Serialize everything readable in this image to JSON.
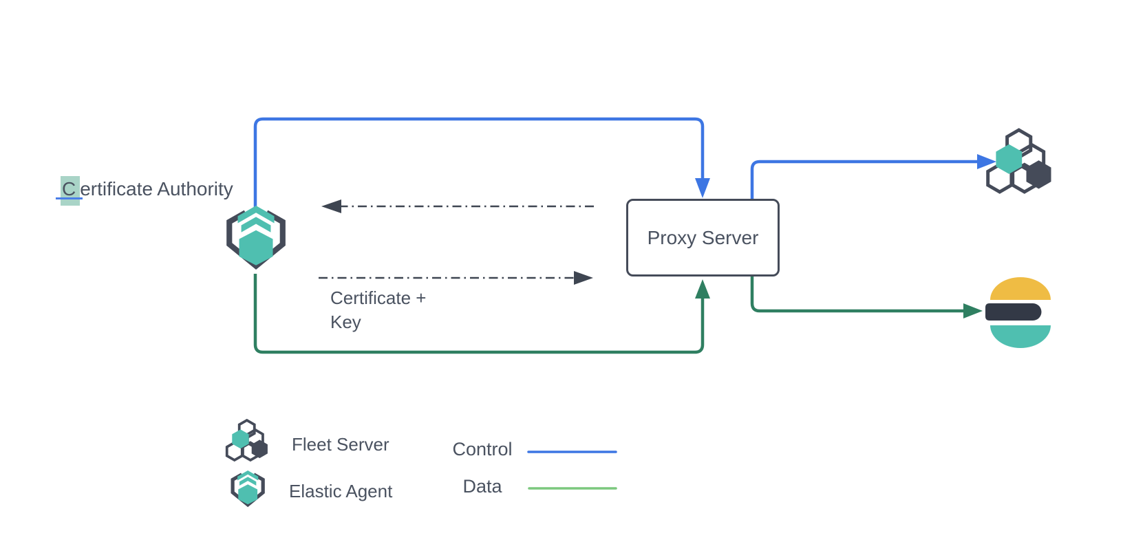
{
  "diagram": {
    "labels": {
      "certificate_authority": {
        "full": "Certificate Authority",
        "highlighted": "C",
        "rest": "ertificate Authority"
      },
      "certificate_key": {
        "line1": "Certificate +",
        "line2": "Key"
      }
    },
    "nodes": {
      "elastic_agent": {
        "icon": "elastic-agent-icon"
      },
      "proxy_server": {
        "label": "Proxy Server"
      },
      "fleet_server": {
        "icon": "fleet-server-icon"
      },
      "elasticsearch": {
        "icon": "elasticsearch-icon"
      }
    },
    "connectors": [
      {
        "name": "control-agent-to-proxy",
        "type": "control",
        "style": "solid",
        "color": "#3D76E3"
      },
      {
        "name": "control-proxy-to-fleet-server",
        "type": "control",
        "style": "solid",
        "color": "#3D76E3"
      },
      {
        "name": "data-agent-to-proxy",
        "type": "data",
        "style": "solid",
        "color": "#2F7F61"
      },
      {
        "name": "certificate-key-to-agent",
        "type": "certificate-exchange",
        "style": "dash-dot",
        "color": "#3E4551"
      },
      {
        "name": "certificate-key-to-proxy",
        "type": "certificate-exchange",
        "style": "dash-dot",
        "color": "#3E4551"
      },
      {
        "name": "data-proxy-to-elasticsearch",
        "type": "data",
        "style": "solid",
        "color": "#2F7F61"
      }
    ],
    "legend": {
      "items": [
        {
          "label": "Fleet Server",
          "icon": "fleet-server-icon"
        },
        {
          "label": "Elastic Agent",
          "icon": "elastic-agent-icon"
        }
      ],
      "lines": [
        {
          "label": "Control",
          "color": "#3D76E3"
        },
        {
          "label": "Data",
          "color": "#7CC87E"
        }
      ]
    },
    "colors": {
      "background": "#FFFFFF",
      "control_blue": "#3D76E3",
      "data_green": "#2F7F61",
      "legend_data_green": "#7CC87E",
      "brand_teal": "#4FBFB0",
      "dark_slate": "#454B59",
      "text_gray": "#4A5260",
      "elastic_yellow": "#EFBC44",
      "elastic_dark": "#333946",
      "dashed_gray": "#3E4551",
      "selection_highlight": "#A9D4C7",
      "selection_underline": "#4A7EE8"
    }
  }
}
